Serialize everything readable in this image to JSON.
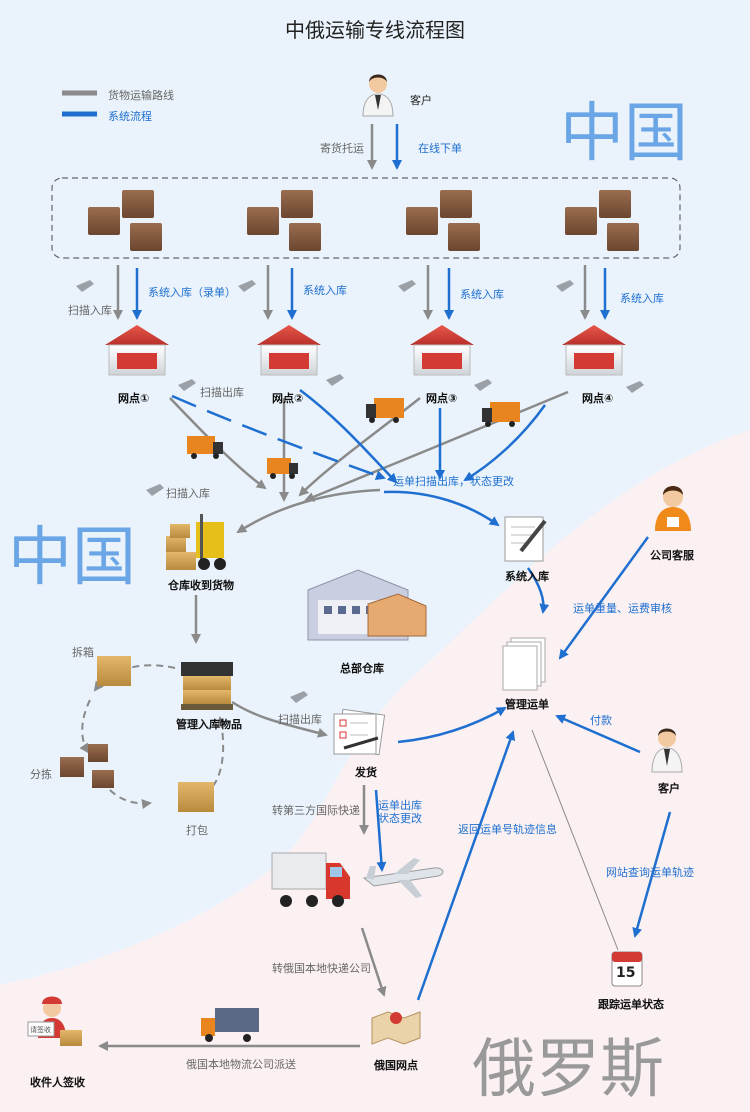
{
  "title": "中俄运输专线流程图",
  "legend": {
    "goods_route": "货物运输路线",
    "system_flow": "系统流程"
  },
  "colors": {
    "route_gray": "#8a8a8a",
    "flow_blue": "#1e6fd0",
    "china_blue": "#6aa6e6",
    "russia_gray": "#999999",
    "bg_blue": "#eaf3fb",
    "bg_pink": "#fbf1f2"
  },
  "regions": {
    "china_top": "中国",
    "china_left": "中国",
    "russia": "俄罗斯"
  },
  "customer_top": "客户",
  "ship_consign": "寄货托运",
  "order_online": "在线下单",
  "scan_in": "扫描入库",
  "sys_in_record": "系统入库（录单）",
  "sys_in": "系统入库",
  "scan_out": "扫描出库",
  "outlets": [
    "网点①",
    "网点②",
    "网点③",
    "网点④"
  ],
  "waybill_scan_status": "运单扫描出库，状态更改",
  "scan_in_2": "扫描入库",
  "warehouse_receive": "仓库收到货物",
  "sys_in_2": "系统入库",
  "company_service": "公司客服",
  "weight_fee_review": "运单重量、运费审核",
  "hq_warehouse": "总部仓库",
  "manage_waybill": "管理运单",
  "unpack": "拆箱",
  "manage_inbound": "管理入库物品",
  "scan_out_2": "扫描出库",
  "payment": "付款",
  "sorting": "分拣",
  "dispatch": "发货",
  "customer_right": "客户",
  "packing": "打包",
  "transfer_intl": "转第三方国际快递",
  "waybill_out_status_1": "运单出库",
  "waybill_out_status_2": "状态更改",
  "return_tracking": "返回运单号轨迹信息",
  "web_query": "网站查询运单轨迹",
  "transfer_local": "转俄国本地快递公司",
  "track_status": "跟踪运单状态",
  "calendar_day": "15",
  "russia_delivery": "俄国本地物流公司派送",
  "russia_outlet": "俄国网点",
  "receiver_sign": "收件人签收",
  "receiver_sign_card": "请签收"
}
